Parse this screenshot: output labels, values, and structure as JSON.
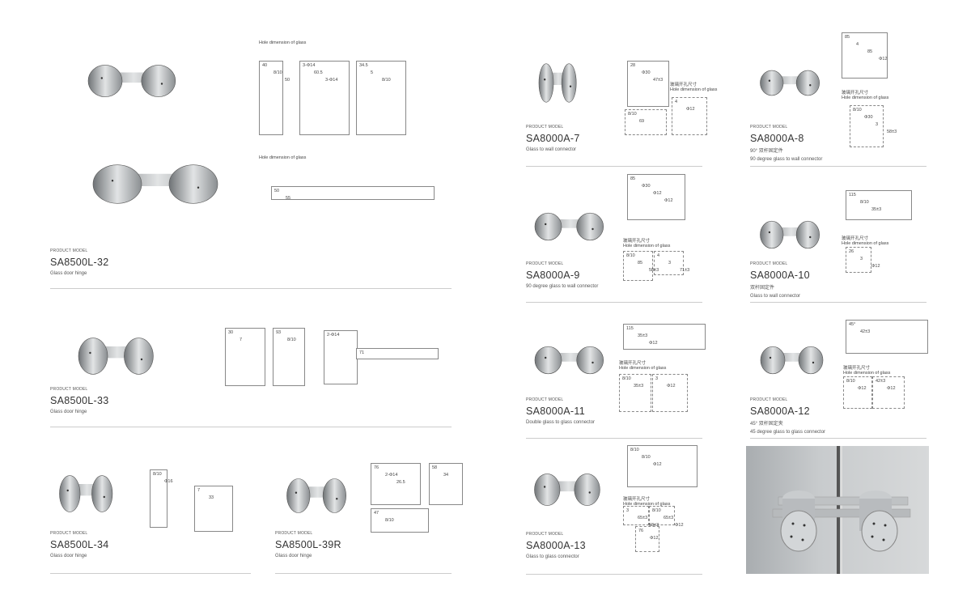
{
  "product_model_label": "PRODUCT MODEL",
  "hole_caption_en": "Hole dimension of glass",
  "hole_caption_cn": "玻璃开孔尺寸",
  "products": [
    {
      "id": "p32",
      "model": "SA8500L-32",
      "cn": "",
      "desc": "Glass door hinge",
      "dims": [
        "40",
        "3-Φ14",
        "34.5",
        "50",
        "8/10",
        "60.5",
        "5",
        "55",
        "50",
        "3-Φ14",
        "8/10"
      ]
    },
    {
      "id": "p33",
      "model": "SA8500L-33",
      "cn": "",
      "desc": "Glass door hinge",
      "dims": [
        "30",
        "93",
        "2-Φ14",
        "71",
        "7",
        "8/10"
      ]
    },
    {
      "id": "p34",
      "model": "SA8500L-34",
      "cn": "",
      "desc": "Glass door hinge",
      "dims": [
        "8/10",
        "7",
        "Φ16",
        "33"
      ]
    },
    {
      "id": "p39",
      "model": "SA8500L-39R",
      "cn": "",
      "desc": "Glass door hinge",
      "dims": [
        "76",
        "58",
        "47",
        "2-Φ14",
        "34",
        "8/10",
        "26.5"
      ]
    },
    {
      "id": "a7",
      "model": "SA8000A-7",
      "cn": "",
      "desc": "Glass to wall connector",
      "dims": [
        "28",
        "8/10",
        "4",
        "Φ30",
        "69",
        "Φ12",
        "47±3"
      ]
    },
    {
      "id": "a8",
      "model": "SA8000A-8",
      "cn": "90° 双杆固定件",
      "desc": "90 degree glass to wall connector",
      "dims": [
        "85",
        "8/10",
        "4",
        "Φ30",
        "85",
        "3",
        "Φ12",
        "58±3"
      ]
    },
    {
      "id": "a9",
      "model": "SA8000A-9",
      "cn": "",
      "desc": "90 degree glass to wall connector",
      "dims": [
        "85",
        "8/10",
        "4",
        "Φ30",
        "85",
        "3",
        "Φ12",
        "58±3",
        "71±3",
        "Φ12"
      ]
    },
    {
      "id": "a10",
      "model": "SA8000A-10",
      "cn": "双杆固定件",
      "desc": "Glass to wall connector",
      "dims": [
        "115",
        "26",
        "8/10",
        "3",
        "35±3",
        "Φ12"
      ]
    },
    {
      "id": "a11",
      "model": "SA8000A-11",
      "cn": "",
      "desc": "Double glass to glass connector",
      "dims": [
        "115",
        "8/10",
        "3",
        "35±3",
        "35±3",
        "Φ12",
        "Φ12"
      ]
    },
    {
      "id": "a12",
      "model": "SA8000A-12",
      "cn": "45° 双杆固定夹",
      "desc": "45 degree glass to glass connector",
      "dims": [
        "45°",
        "8/10",
        "42±3",
        "42±3",
        "Φ12",
        "Φ12"
      ]
    },
    {
      "id": "a13",
      "model": "SA8000A-13",
      "cn": "",
      "desc": "Glass to glass connector",
      "dims": [
        "8/10",
        "3",
        "8/10",
        "76",
        "8/10",
        "65±3",
        "65±3",
        "Φ12",
        "Φ12",
        "58±3",
        "Φ12"
      ]
    }
  ]
}
